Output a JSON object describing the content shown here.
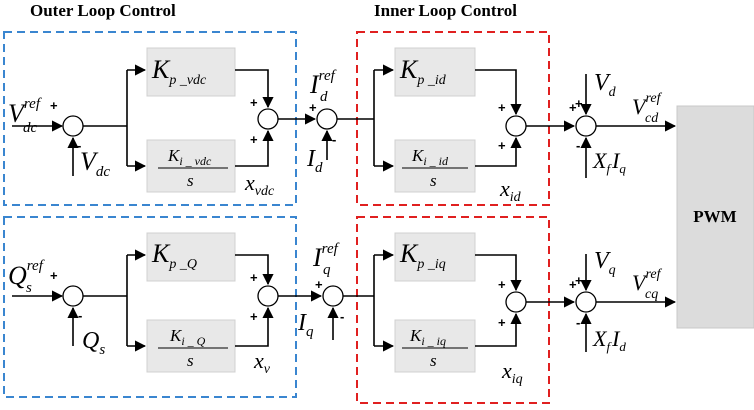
{
  "titles": {
    "outer": "Outer Loop Control",
    "inner": "Inner Loop Control"
  },
  "pwm_label": "PWM",
  "colors": {
    "outer_box": "#3a86d0",
    "inner_box": "#e02020",
    "block_fill": "#e8e8e8",
    "pwm_fill": "#dcdcdc"
  },
  "top": {
    "input_ref": {
      "base": "V",
      "sub": "dc",
      "sup": "ref"
    },
    "feedback": {
      "base": "V",
      "sub": "dc"
    },
    "kp_outer": {
      "base": "K",
      "sub": "p _vdc"
    },
    "ki_outer": {
      "base": "K",
      "sub": "i _ vdc",
      "den": "s"
    },
    "state_outer": {
      "base": "x",
      "sub": "vdc"
    },
    "current_ref": {
      "base": "I",
      "sub": "d",
      "sup": "ref"
    },
    "current_fb": {
      "base": "I",
      "sub": "d"
    },
    "kp_inner": {
      "base": "K",
      "sub": "p _id"
    },
    "ki_inner": {
      "base": "K",
      "sub": "i _ id",
      "den": "s"
    },
    "state_inner": {
      "base": "x",
      "sub": "id"
    },
    "ff_voltage": {
      "base": "V",
      "sub": "d"
    },
    "decouple": {
      "a": "X",
      "a_sub": "f",
      "b": "I",
      "b_sub": "q"
    },
    "output": {
      "base": "V",
      "sub": "cd",
      "sup": "ref"
    }
  },
  "bottom": {
    "input_ref": {
      "base": "Q",
      "sub": "s",
      "sup": "ref"
    },
    "feedback": {
      "base": "Q",
      "sub": "s"
    },
    "kp_outer": {
      "base": "K",
      "sub": "p _Q"
    },
    "ki_outer": {
      "base": "K",
      "sub": "i _ Q",
      "den": "s"
    },
    "state_outer": {
      "base": "x",
      "sub": "v"
    },
    "current_ref": {
      "base": "I",
      "sub": "q",
      "sup": "ref"
    },
    "current_fb": {
      "base": "I",
      "sub": "q"
    },
    "kp_inner": {
      "base": "K",
      "sub": "p _iq"
    },
    "ki_inner": {
      "base": "K",
      "sub": "i _ iq",
      "den": "s"
    },
    "state_inner": {
      "base": "x",
      "sub": "iq"
    },
    "ff_voltage": {
      "base": "V",
      "sub": "q"
    },
    "decouple": {
      "a": "X",
      "a_sub": "f",
      "b": "I",
      "b_sub": "d"
    },
    "output": {
      "base": "V",
      "sub": "cq",
      "sup": "ref"
    }
  },
  "signs": {
    "plus": "+",
    "minus": "-"
  }
}
